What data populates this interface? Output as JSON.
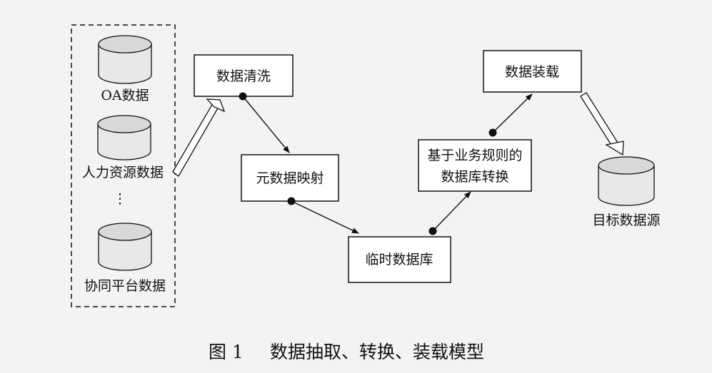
{
  "sources": {
    "items": [
      "OA数据",
      "人力资源数据",
      "⋮",
      "协同平台数据"
    ]
  },
  "steps": {
    "cleaning": "数据清洗",
    "metadata_mapping": "元数据映射",
    "temp_db": "临时数据库",
    "rule_transform_line1": "基于业务规则的",
    "rule_transform_line2": "数据库转换",
    "loading": "数据装载"
  },
  "target": {
    "label": "目标数据源"
  },
  "caption": {
    "figure_number": "图 1",
    "title": "数据抽取、转换、装载模型"
  },
  "colors": {
    "background": "#f3f3f3",
    "box_fill": "#ffffff",
    "cylinder_top": "#d9d9d9",
    "cylinder_body": "#e8e8e8",
    "stroke": "#111111"
  }
}
